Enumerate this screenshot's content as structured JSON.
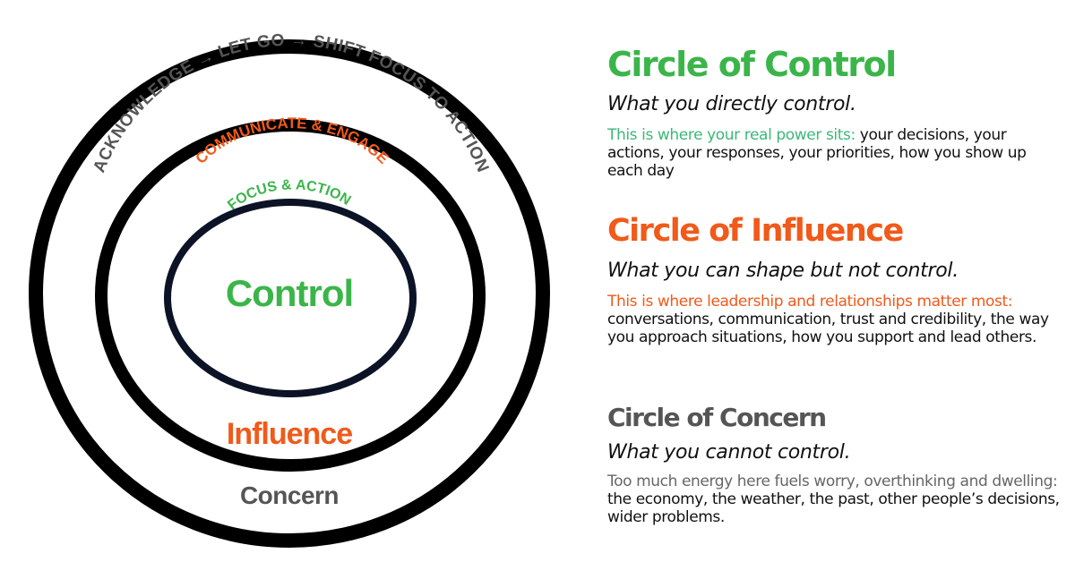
{
  "colors": {
    "control": "#3bb54a",
    "influence": "#f05a1a",
    "concern": "#555555",
    "control_lead": "#3cb878"
  },
  "diagram": {
    "outer_arc": "ACKNOWLEDGE → LET GO → SHIFT FOCUS TO ACTION",
    "middle_arc": "COMMUNICATE & ENGAGE",
    "inner_arc": "FOCUS & ACTION",
    "control_label": "Control",
    "influence_label": "Influence",
    "concern_label": "Concern"
  },
  "sections": [
    {
      "title": "Circle of Control",
      "subtitle": "What you directly control.",
      "lead": "This is where your real power sits:",
      "body": " your decisions, your actions, your responses, your priorities, how you show up each day"
    },
    {
      "title": "Circle of Influence",
      "subtitle": "What you can shape but not control.",
      "lead": "This is where leadership and relationships matter most:",
      "body": "  conversations, communication, trust and credibility, the way you approach situations, how you support and lead others."
    },
    {
      "title": "Circle of Concern",
      "subtitle": "What you cannot control.",
      "lead": "Too much energy here fuels worry, overthinking and dwelling:",
      "body": " the economy, the weather, the past, other people’s decisions, wider problems."
    }
  ]
}
